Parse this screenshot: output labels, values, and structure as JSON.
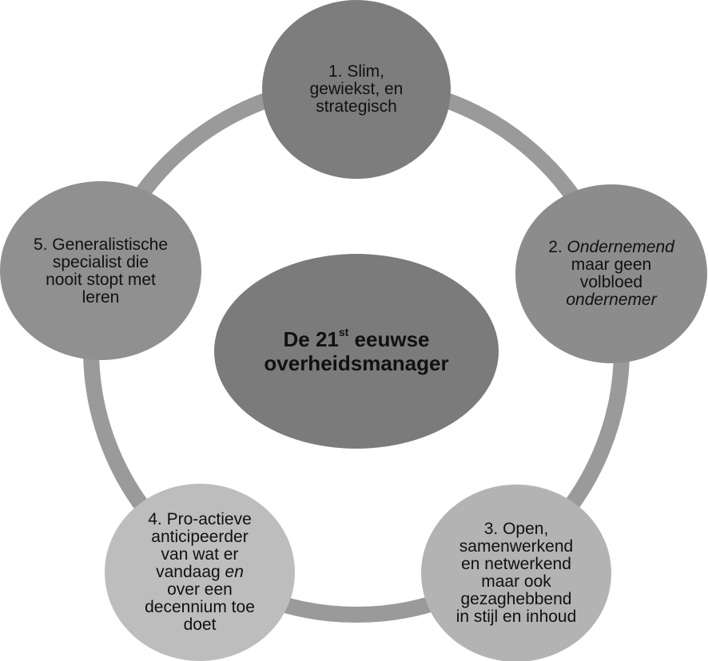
{
  "colors": {
    "ring": "#9a9a9a",
    "center_fill": "#7b7b7b",
    "node1_fill": "#7d7d7d",
    "node2_fill": "#8c8c8c",
    "node3_fill": "#b3b3b3",
    "node4_fill": "#bdbdbd",
    "node5_fill": "#909090",
    "text": "#111111"
  },
  "center": {
    "line1_prefix": "De 21",
    "line1_sup": "st",
    "line1_suffix": " eeuwse",
    "line2": "overheidsmanager"
  },
  "nodes": [
    {
      "id": "node-1",
      "lines": [
        [
          {
            "text": "1. Slim,",
            "italic": false
          }
        ],
        [
          {
            "text": "gewiekst, en",
            "italic": false
          }
        ],
        [
          {
            "text": "strategisch",
            "italic": false
          }
        ]
      ]
    },
    {
      "id": "node-2",
      "lines": [
        [
          {
            "text": "2. ",
            "italic": false
          },
          {
            "text": "Ondernemend",
            "italic": true
          }
        ],
        [
          {
            "text": "maar geen",
            "italic": false
          }
        ],
        [
          {
            "text": "volbloed",
            "italic": false
          }
        ],
        [
          {
            "text": "ondernemer",
            "italic": true
          }
        ]
      ]
    },
    {
      "id": "node-3",
      "lines": [
        [
          {
            "text": "3. Open,",
            "italic": false
          }
        ],
        [
          {
            "text": "samenwerkend",
            "italic": false
          }
        ],
        [
          {
            "text": "en netwerkend",
            "italic": false
          }
        ],
        [
          {
            "text": "maar ook",
            "italic": false
          }
        ],
        [
          {
            "text": "gezaghebbend",
            "italic": false
          }
        ],
        [
          {
            "text": "in stijl en inhoud",
            "italic": false
          }
        ]
      ]
    },
    {
      "id": "node-4",
      "lines": [
        [
          {
            "text": "4. Pro-actieve",
            "italic": false
          }
        ],
        [
          {
            "text": "anticipeerder",
            "italic": false
          }
        ],
        [
          {
            "text": "van wat er",
            "italic": false
          }
        ],
        [
          {
            "text": "vandaag ",
            "italic": false
          },
          {
            "text": "en",
            "italic": true
          }
        ],
        [
          {
            "text": "over een",
            "italic": false
          }
        ],
        [
          {
            "text": "decennium toe",
            "italic": false
          }
        ],
        [
          {
            "text": "doet",
            "italic": false
          }
        ]
      ]
    },
    {
      "id": "node-5",
      "lines": [
        [
          {
            "text": "5. Generalistische",
            "italic": false
          }
        ],
        [
          {
            "text": "specialist die",
            "italic": false
          }
        ],
        [
          {
            "text": "nooit stopt met",
            "italic": false
          }
        ],
        [
          {
            "text": "leren",
            "italic": false
          }
        ]
      ]
    }
  ]
}
